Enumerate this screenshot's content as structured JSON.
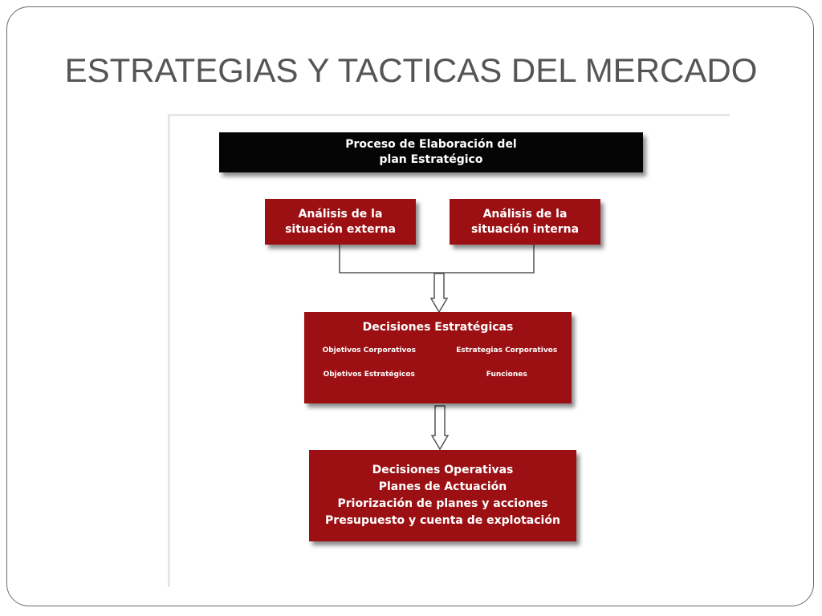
{
  "slide": {
    "title": "ESTRATEGIAS Y TACTICAS DEL MERCADO"
  },
  "diagram": {
    "process_title": {
      "line1": "Proceso de Elaboración del",
      "line2": "plan Estratégico"
    },
    "external_analysis": {
      "line1": "Análisis de la",
      "line2": "situación externa"
    },
    "internal_analysis": {
      "line1": "Análisis de la",
      "line2": "situación interna"
    },
    "strategic_decisions": {
      "title": "Decisiones Estratégicas",
      "items": [
        "Objetivos Corporativos",
        "Estrategias Corporativos",
        "Objetivos Estratégicos",
        "Funciones"
      ]
    },
    "operational_decisions": {
      "lines": [
        "Decisiones Operativas",
        "Planes de Actuación",
        "Priorización de planes y acciones",
        "Presupuesto y cuenta de explotación"
      ]
    },
    "colors": {
      "header_box": "#050505",
      "red_box": "#9c1014",
      "connector": "#555555"
    }
  }
}
